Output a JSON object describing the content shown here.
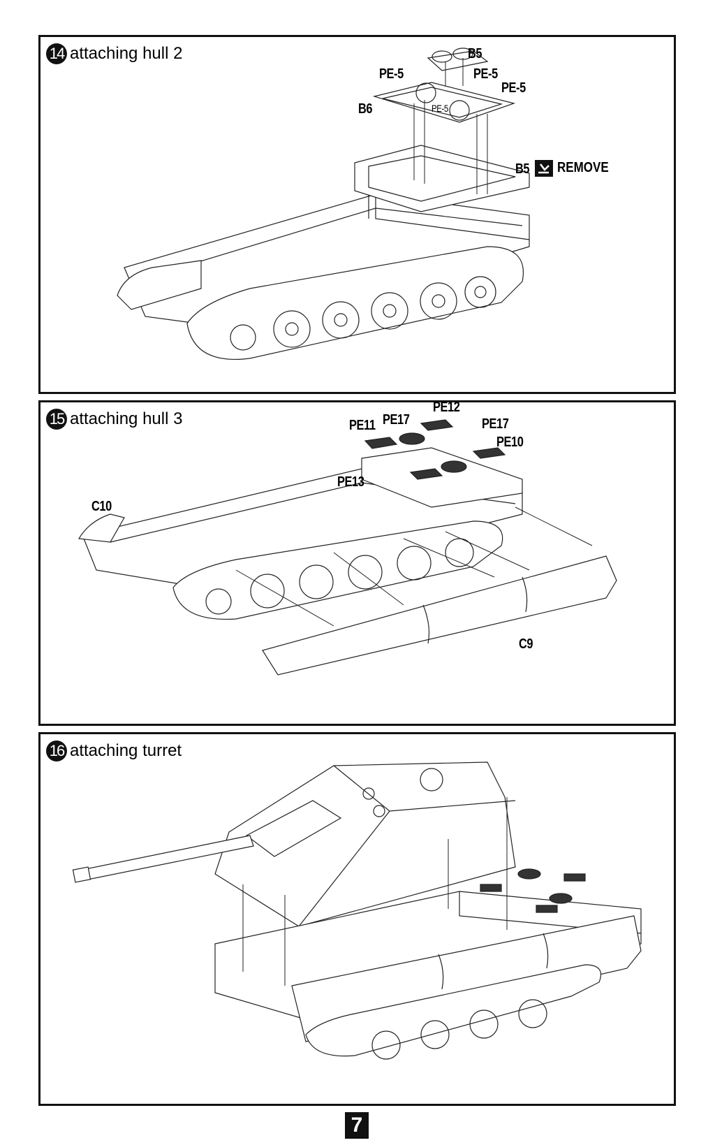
{
  "page_number": "7",
  "steps": [
    {
      "number": "14",
      "title": "attaching hull 2",
      "labels": {
        "b5_top": "B5",
        "pe5_a": "PE-5",
        "pe5_b": "PE-5",
        "pe5_c": "PE-5",
        "pe5_d": "PE-5",
        "b6": "B6",
        "b5_side": "B5"
      },
      "remove_note": {
        "icon": "cutter-remove-icon",
        "text": "REMOVE"
      }
    },
    {
      "number": "15",
      "title": "attaching hull 3",
      "labels": {
        "pe11": "PE11",
        "pe17_a": "PE17",
        "pe12": "PE12",
        "pe17_b": "PE17",
        "pe10": "PE10",
        "pe13": "PE13",
        "c10": "C10",
        "c9": "C9"
      }
    },
    {
      "number": "16",
      "title": "attaching turret"
    }
  ]
}
